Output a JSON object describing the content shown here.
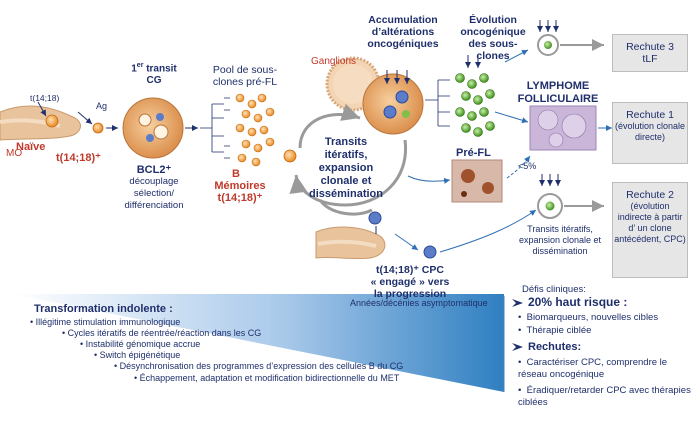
{
  "labels": {
    "translocation_small": "t(14;18)",
    "ag": "Ag",
    "naive": "Naïve",
    "naive_t": "t(14;18)⁺",
    "mo": "MO",
    "first_transit_sup": "er",
    "first_transit_num": "1",
    "first_transit_rest": " transit",
    "first_transit_line2": "CG",
    "bcl2": "BCL2⁺",
    "bcl2_desc": "découplage sélection/ différenciation",
    "pool": "Pool de sous-clones pré-FL",
    "b": "B",
    "memoires": "Mémoires",
    "memoires_t": "t(14;18)⁺",
    "ganglions": "Ganglions",
    "accumulation": "Accumulation d’altérations oncogéniques",
    "evolution": "Évolution oncogénique des sous-clones",
    "transits": "Transits itératifs, expansion clonale et dissémination",
    "prefl": "Pré-FL",
    "percent": "<5%",
    "lymphome": "LYMPHOME FOLLICULAIRE",
    "cpc_line1": "t(14;18)⁺ CPC",
    "cpc_line2": "« engagé » vers",
    "cpc_line3": "la progression",
    "transits_small": "Transits itératifs, expansion clonale et dissémination"
  },
  "relapses": [
    {
      "title": "Rechute 3",
      "desc": "tLF"
    },
    {
      "title": "Rechute 1",
      "desc": "(évolution clonale directe)"
    },
    {
      "title": "Rechute  2",
      "desc": "(évolution indirecte à partir d’ un clone antécédent, CPC)"
    }
  ],
  "indolent": {
    "title": "Transformation indolente :",
    "years": "Années/décénies asymptomatique",
    "items": [
      "Illégitime stimulation immunologique",
      "Cycles itératifs de réentrée/réaction dans les CG",
      "Instabilité génomique accrue",
      "Switch épigénétique",
      "Désynchronisation des programmes d’expression des cellules B du CG",
      "Échappement, adaptation et modification bidirectionnelle du MET"
    ]
  },
  "defis": {
    "title": "Défis cliniques:",
    "high_risk": "20% haut risque",
    "high_risk_colon": ":",
    "high_risk_items": [
      "Biomarqueurs, nouvelles cibles",
      "Thérapie ciblée"
    ],
    "rechutes": "Rechutes:",
    "rechutes_items": [
      "Caractériser CPC, comprendre le réseau oncogénique",
      "Éradiquer/retarder CPC avec thérapies ciblées"
    ]
  },
  "colors": {
    "navy": "#1f2f6b",
    "red": "#c0392b",
    "node_orange": "#e8a86a",
    "cell_green": "#5aa82e",
    "cell_orange": "#f29c38",
    "box_grey": "#e6e6e6",
    "gradient_blue": "#2f7fc1"
  }
}
